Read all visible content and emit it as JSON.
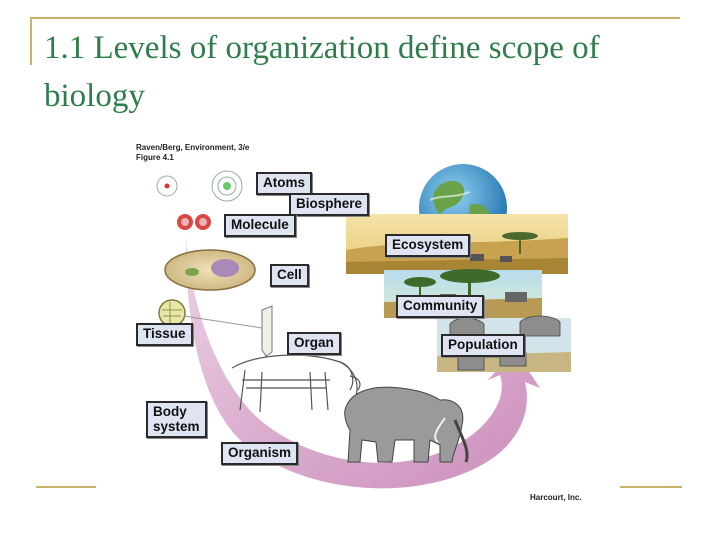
{
  "slide": {
    "title": "1.1 Levels of organization define scope of biology"
  },
  "figure": {
    "source_line1": "Raven/Berg, Environment, 3/e",
    "source_line2": "Figure 4.1",
    "publisher": "Harcourt, Inc.",
    "levels": {
      "atoms": "Atoms",
      "biosphere": "Biosphere",
      "molecule": "Molecule",
      "ecosystem": "Ecosystem",
      "cell": "Cell",
      "community": "Community",
      "tissue": "Tissue",
      "organ": "Organ",
      "population": "Population",
      "body_system_line1": "Body",
      "body_system_line2": "system",
      "organism": "Organism"
    }
  },
  "colors": {
    "title": "#2e7d4a",
    "frame": "#c9b26a",
    "arrow": "#d9a8cc",
    "label_bg": "#dfe4f2"
  }
}
